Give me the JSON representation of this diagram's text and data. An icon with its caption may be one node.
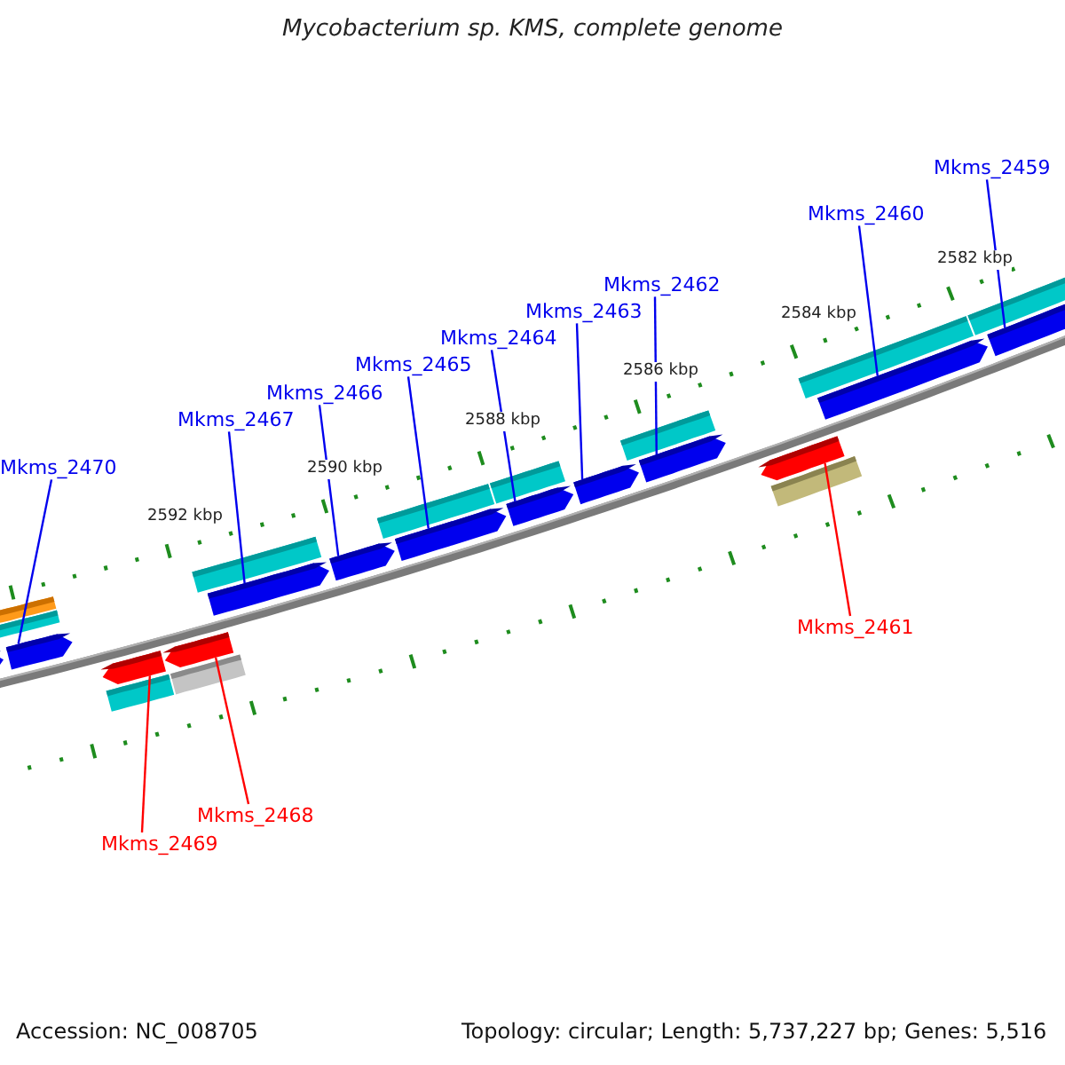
{
  "diagram": {
    "title": "Mycobacterium sp. KMS, complete genome",
    "nodes": [
      {
        "text": [
          "Mkms_2459"
        ]
      },
      {
        "text": [
          "Mkms_2460"
        ]
      },
      {
        "text": [
          "Mkms_2462"
        ]
      },
      {
        "text": [
          "Mkms_2463"
        ]
      },
      {
        "text": [
          "Mkms_2464"
        ]
      },
      {
        "text": [
          "Mkms_2465"
        ]
      },
      {
        "text": [
          "Mkms_2466"
        ]
      },
      {
        "text": [
          "Mkms_2467"
        ]
      },
      {
        "text": [
          "Mkms_2470"
        ]
      },
      {
        "text": [
          "Mkms_2461"
        ]
      },
      {
        "text": [
          "Mkms_2468"
        ]
      },
      {
        "text": [
          "Mkms_2469"
        ]
      },
      {
        "text": [],
        "shape": "arrow"
      },
      {
        "text": [],
        "shape": "arrow"
      },
      {
        "text": [],
        "shape": "arrow"
      },
      {
        "text": [],
        "shape": "arrow"
      },
      {
        "text": [],
        "shape": "arrow"
      },
      {
        "text": [],
        "shape": "arrow"
      },
      {
        "text": [],
        "shape": "arrow"
      },
      {
        "text": [],
        "shape": "arrow"
      },
      {
        "text": [],
        "shape": "arrow"
      },
      {
        "text": [],
        "shape": "arrow"
      },
      {
        "text": [],
        "shape": "arrow"
      },
      {
        "text": [],
        "shape": "arrow"
      }
    ],
    "edges": [
      {
        "from": 0,
        "to": 23,
        "arrow": "none"
      },
      {
        "from": 1,
        "to": 22,
        "arrow": "none"
      },
      {
        "from": 2,
        "to": 20,
        "arrow": "none"
      },
      {
        "from": 3,
        "to": 19,
        "arrow": "none"
      },
      {
        "from": 4,
        "to": 18,
        "arrow": "none"
      },
      {
        "from": 5,
        "to": 17,
        "arrow": "none"
      },
      {
        "from": 6,
        "to": 16,
        "arrow": "none"
      },
      {
        "from": 7,
        "to": 15,
        "arrow": "none"
      },
      {
        "from": 8,
        "to": 12,
        "arrow": "none"
      },
      {
        "from": 9,
        "to": 21,
        "arrow": "none",
        "color": "#ff0000"
      },
      {
        "from": 10,
        "to": 14,
        "arrow": "none",
        "color": "#ff0000"
      },
      {
        "from": 11,
        "to": 13,
        "arrow": "none",
        "color": "#ff0000"
      }
    ],
    "labels": [
      "2582 kbp",
      "2584 kbp",
      "2586 kbp",
      "2588 kbp",
      "2590 kbp",
      "2592 kbp",
      "Accession: NC_008705",
      "Topology: circular; Length: 5,737,227 bp; Genes: 5,516"
    ]
  }
}
